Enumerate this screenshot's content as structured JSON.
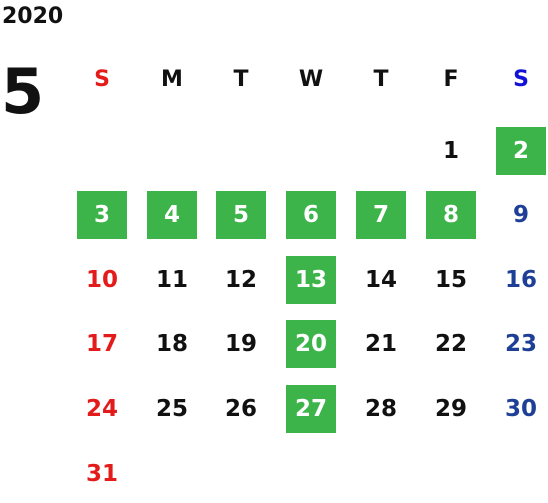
{
  "calendar": {
    "year": "2020",
    "month": "5",
    "weekdays": [
      {
        "label": "S",
        "color": "#e41b1b"
      },
      {
        "label": "M",
        "color": "#111111"
      },
      {
        "label": "T",
        "color": "#111111"
      },
      {
        "label": "W",
        "color": "#111111"
      },
      {
        "label": "T",
        "color": "#111111"
      },
      {
        "label": "F",
        "color": "#111111"
      },
      {
        "label": "S",
        "color": "#1212d6"
      }
    ],
    "highlight_color": "#3cb44a",
    "weeks": [
      [
        null,
        null,
        null,
        null,
        null,
        {
          "day": "1",
          "hl": false
        },
        {
          "day": "2",
          "hl": true
        }
      ],
      [
        {
          "day": "3",
          "hl": true
        },
        {
          "day": "4",
          "hl": true
        },
        {
          "day": "5",
          "hl": true
        },
        {
          "day": "6",
          "hl": true
        },
        {
          "day": "7",
          "hl": true
        },
        {
          "day": "8",
          "hl": true
        },
        {
          "day": "9",
          "hl": false
        }
      ],
      [
        {
          "day": "10",
          "hl": false
        },
        {
          "day": "11",
          "hl": false
        },
        {
          "day": "12",
          "hl": false
        },
        {
          "day": "13",
          "hl": true
        },
        {
          "day": "14",
          "hl": false
        },
        {
          "day": "15",
          "hl": false
        },
        {
          "day": "16",
          "hl": false
        }
      ],
      [
        {
          "day": "17",
          "hl": false
        },
        {
          "day": "18",
          "hl": false
        },
        {
          "day": "19",
          "hl": false
        },
        {
          "day": "20",
          "hl": true
        },
        {
          "day": "21",
          "hl": false
        },
        {
          "day": "22",
          "hl": false
        },
        {
          "day": "23",
          "hl": false
        }
      ],
      [
        {
          "day": "24",
          "hl": false
        },
        {
          "day": "25",
          "hl": false
        },
        {
          "day": "26",
          "hl": false
        },
        {
          "day": "27",
          "hl": true
        },
        {
          "day": "28",
          "hl": false
        },
        {
          "day": "29",
          "hl": false
        },
        {
          "day": "30",
          "hl": false
        }
      ],
      [
        {
          "day": "31",
          "hl": false
        },
        null,
        null,
        null,
        null,
        null,
        null
      ]
    ]
  }
}
